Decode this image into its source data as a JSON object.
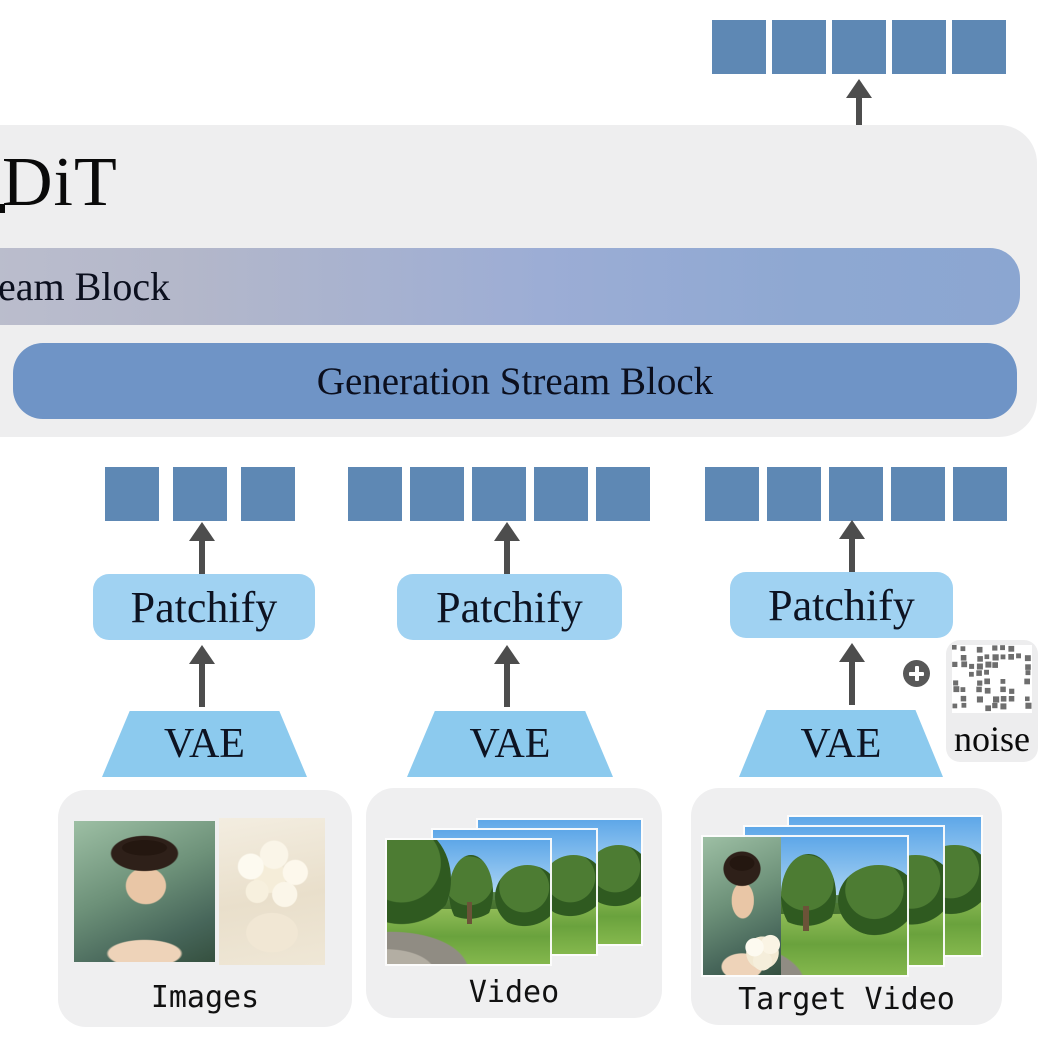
{
  "model": {
    "title": "DiT",
    "upper_stream_label": "eam Block",
    "generation_stream_label": "Generation Stream Block"
  },
  "output": {
    "token_count": 5
  },
  "noise": {
    "label": "noise",
    "plus_symbol": "+"
  },
  "columns": [
    {
      "id": "images",
      "token_count": 3,
      "patchify_label": "Patchify",
      "vae_label": "VAE",
      "card_label": "Images"
    },
    {
      "id": "video",
      "token_count": 5,
      "patchify_label": "Patchify",
      "vae_label": "VAE",
      "card_label": "Video"
    },
    {
      "id": "target-video",
      "token_count": 5,
      "patchify_label": "Patchify",
      "vae_label": "VAE",
      "card_label": "Target Video"
    }
  ],
  "colors": {
    "token_blue": "#5e88b4",
    "generation_bar_blue": "#6f94c6",
    "stream_gradient_left": "#bcbecd",
    "stream_gradient_right": "#8ba6d1",
    "patchify_blue": "#a0d2f2",
    "vae_blue": "#8ccaee",
    "panel_gray": "#eeeeef",
    "arrow_gray": "#4d4d4d"
  }
}
